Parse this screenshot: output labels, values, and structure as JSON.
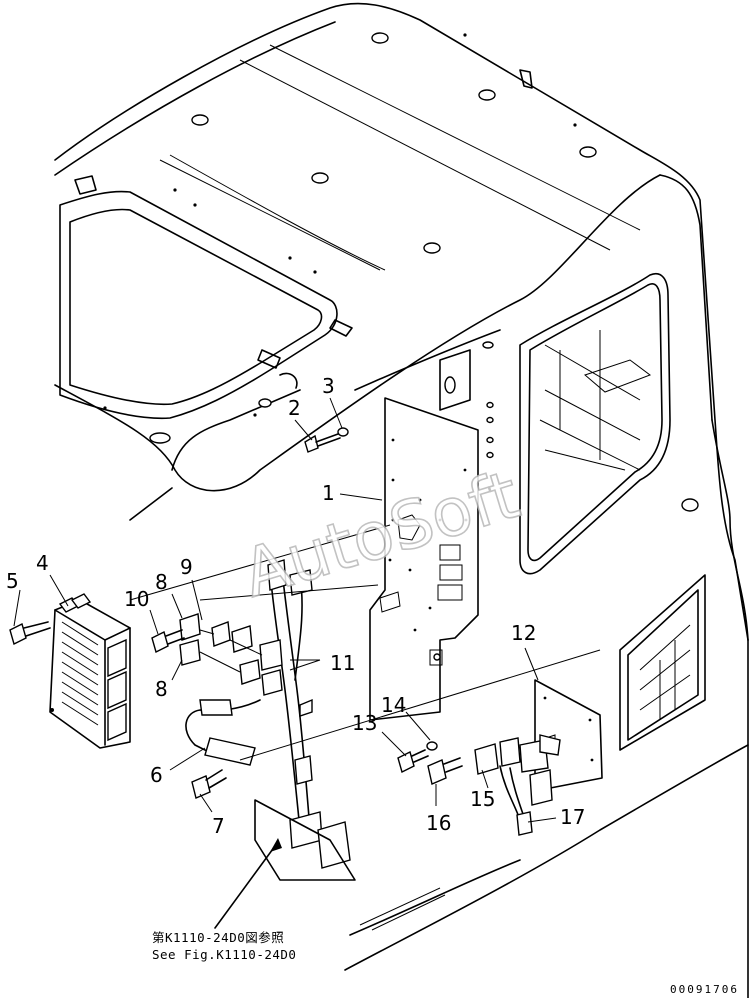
{
  "callouts": [
    {
      "label": "1"
    },
    {
      "label": "2"
    },
    {
      "label": "3"
    },
    {
      "label": "4"
    },
    {
      "label": "5"
    },
    {
      "label": "6"
    },
    {
      "label": "7"
    },
    {
      "label": "8"
    },
    {
      "label": "8"
    },
    {
      "label": "9"
    },
    {
      "label": "10"
    },
    {
      "label": "11"
    },
    {
      "label": "12"
    },
    {
      "label": "13"
    },
    {
      "label": "14"
    },
    {
      "label": "15"
    },
    {
      "label": "16"
    },
    {
      "label": "17"
    }
  ],
  "reference_note": {
    "line_jp": "第K1110-24D0図参照",
    "line_en": "See Fig.K1110-24D0"
  },
  "watermark": "AutoSoft",
  "document_id": "00091706"
}
